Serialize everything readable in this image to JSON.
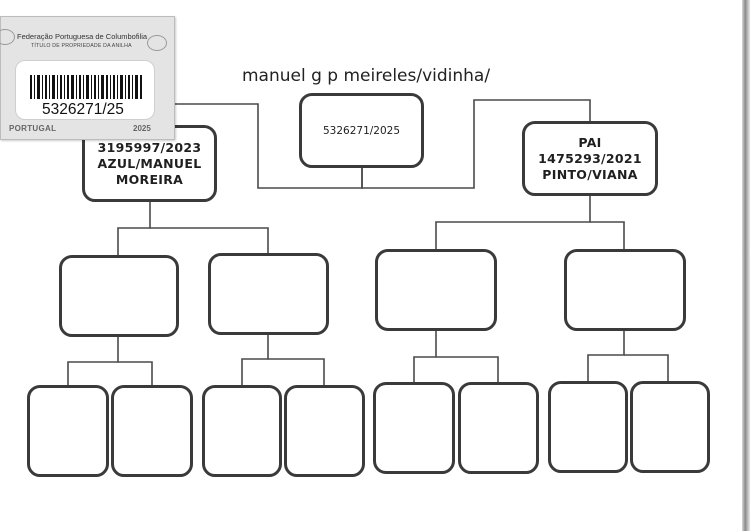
{
  "ring_card": {
    "organization": "Federação Portuguesa de Columbofilia",
    "document_type": "TÍTULO DE PROPRIEDADE DA ANILHA",
    "ring_number": "5326271/25",
    "country": "PORTUGAL",
    "year": "2025"
  },
  "owner_title": "manuel g p meireles/vidinha/",
  "pedigree": {
    "subject": {
      "id": "5326271/2025"
    },
    "mother": {
      "lines": [
        "3195997/2023",
        "AZUL/MANUEL",
        "MOREIRA"
      ]
    },
    "father": {
      "lines": [
        "PAI",
        "1475293/2021",
        "PINTO/VIANA"
      ]
    }
  }
}
